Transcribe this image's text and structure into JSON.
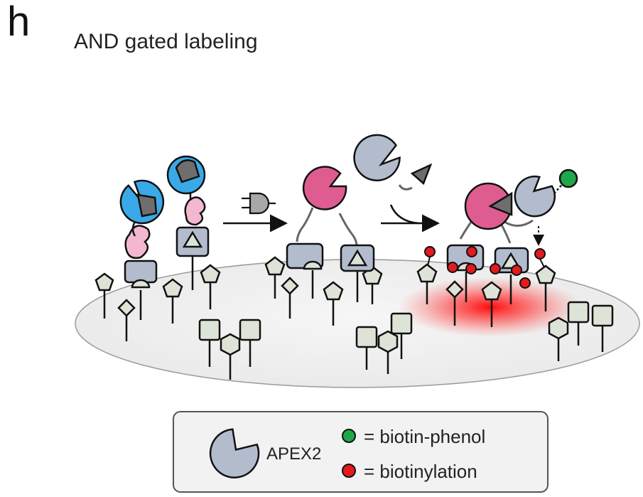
{
  "panel": {
    "letter": "h",
    "title": "AND gated labeling"
  },
  "legend": {
    "apex_label": "APEX2",
    "biotin_phenol_label": "= biotin-phenol",
    "biotinylation_label": "= biotinylation"
  },
  "colors": {
    "apex2": "#b3bccd",
    "binder_blue": "#3aa9e8",
    "reconstituted_pink": "#df5c91",
    "linker_pink": "#f3b8d0",
    "receptor_box": "#b3bccd",
    "surface_marker": "#dde3d6",
    "cell_surface": "#efefef",
    "biotin_phenol": "#1ea84a",
    "biotinylation": "#e41a1c",
    "dark_gray": "#6e6e6e"
  },
  "icons": [
    "apex2-pacman-icon",
    "plug-icon",
    "y-junction-arrow-icon",
    "biotin-phenol-dot-icon",
    "biotinylation-dot-icon"
  ]
}
